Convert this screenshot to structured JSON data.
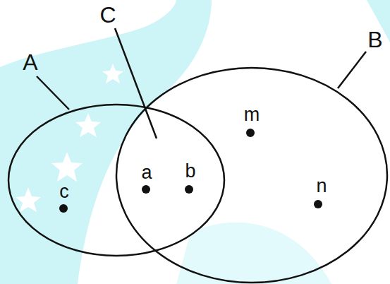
{
  "diagram": {
    "labels": [
      "A",
      "B",
      "C",
      "c",
      "a",
      "b",
      "m",
      "n"
    ]
  }
}
